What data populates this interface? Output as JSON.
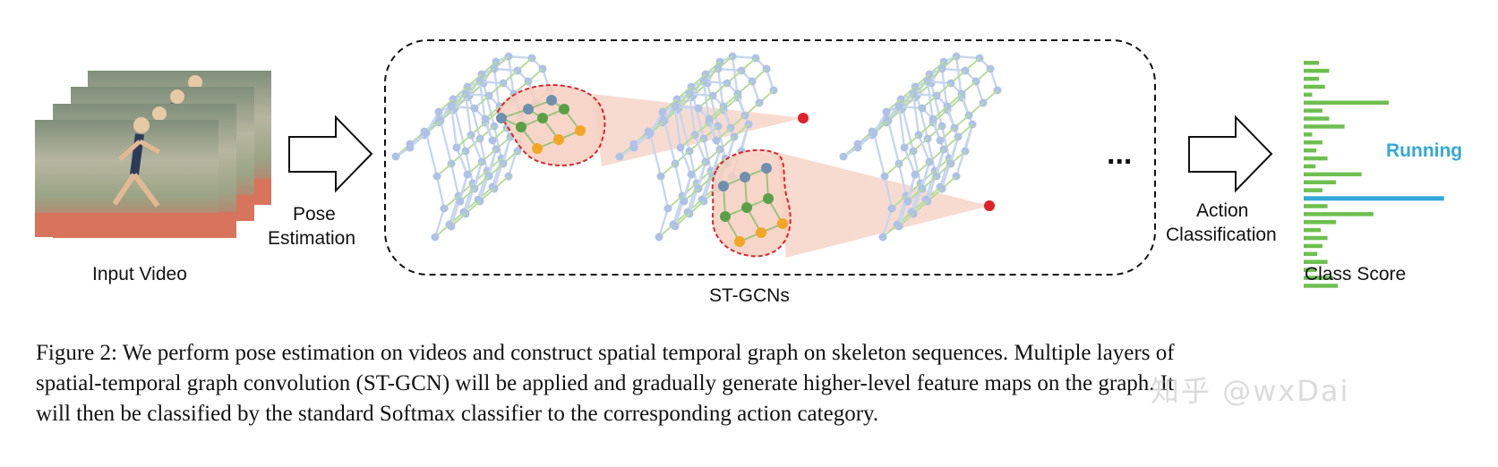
{
  "figure": {
    "input_label": "Input Video",
    "pose_label_1": "Pose",
    "pose_label_2": "Estimation",
    "stgcn_label": "ST-GCNs",
    "ellipsis": "...",
    "action_label_1": "Action",
    "action_label_2": "Classification",
    "class_score_label": "Class Score",
    "running_label": "Running",
    "colors": {
      "score_bar": "#6dbf4f",
      "highlight_bar": "#33a8d8",
      "joint": "#aec2e6",
      "bone": "#c8d6ee",
      "temporal_edge": "#b7dc9a",
      "highlight_region": "#f6cfc0",
      "region_border": "#d9262c",
      "joint_blue": "#6f8fb0",
      "joint_green": "#5aa048",
      "joint_orange": "#f2a624",
      "output_node": "#e0202a"
    },
    "score_bars": [
      0.18,
      0.3,
      0.18,
      0.25,
      0.1,
      1.0,
      0.22,
      0.3,
      0.48,
      0.1,
      0.22,
      0.15,
      0.28,
      0.14,
      0.68,
      0.38,
      0.22,
      1.65,
      0.28,
      0.82,
      0.38,
      0.2,
      0.28,
      0.22,
      0.16,
      0.28,
      0.15,
      0.35,
      0.4
    ]
  },
  "caption": {
    "line1": "Figure 2: We perform pose estimation on videos and construct spatial temporal graph on skeleton sequences. Multiple layers of",
    "line2": "spatial-temporal graph convolution (ST-GCN) will be applied and gradually generate higher-level feature maps on the graph. It",
    "line3": "will then be classified by the standard Softmax classifier to the corresponding action category."
  },
  "watermark": "知乎 @wxDai"
}
